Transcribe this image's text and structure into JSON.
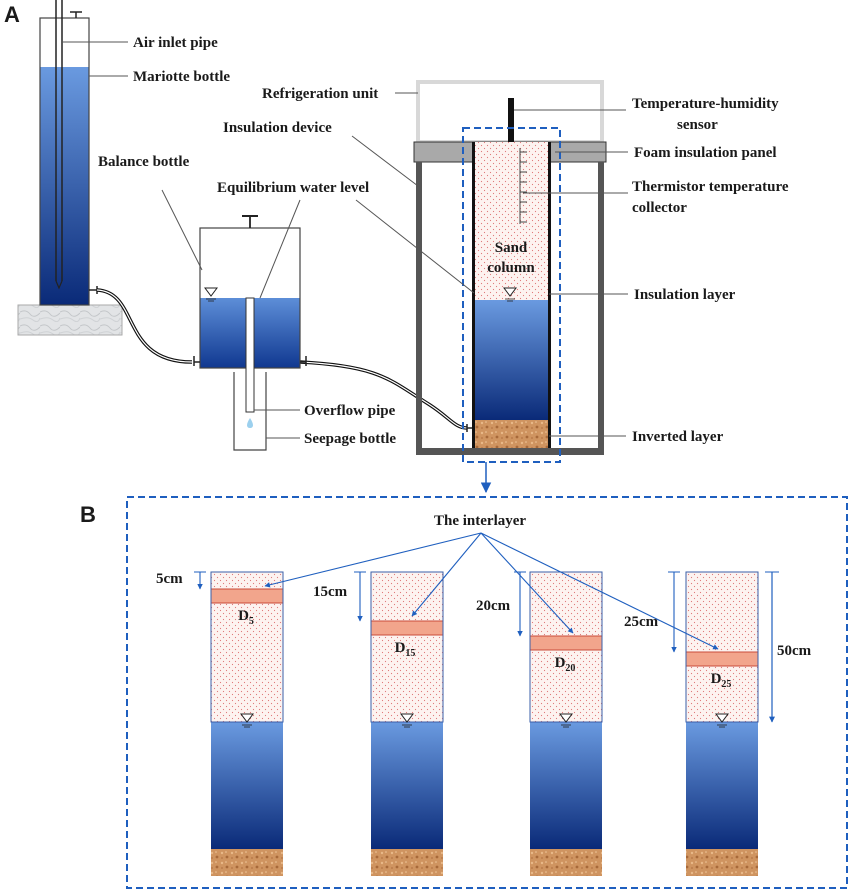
{
  "panels": {
    "a": "A",
    "b": "B"
  },
  "labels": {
    "air_inlet_pipe": "Air inlet pipe",
    "mariotte_bottle": "Mariotte bottle",
    "refrigeration_unit": "Refrigeration unit",
    "temperature_humidity_sensor_1": "Temperature-humidity",
    "temperature_humidity_sensor_2": "sensor",
    "insulation_device": "Insulation device",
    "foam_insulation_panel": "Foam insulation panel",
    "balance_bottle": "Balance bottle",
    "equilibrium_water_level": "Equilibrium water level",
    "thermistor_collector_1": "Thermistor temperature",
    "thermistor_collector_2": "collector",
    "sand_column_1": "Sand",
    "sand_column_2": "column",
    "insulation_layer": "Insulation layer",
    "overflow_pipe": "Overflow pipe",
    "seepage_bottle": "Seepage bottle",
    "inverted_layer": "Inverted layer"
  },
  "panel_b": {
    "interlayer_title": "The interlayer",
    "total_depth": "50cm",
    "columns": [
      {
        "depth": "5cm",
        "name_main": "D",
        "name_sub": "5"
      },
      {
        "depth": "15cm",
        "name_main": "D",
        "name_sub": "15"
      },
      {
        "depth": "20cm",
        "name_main": "D",
        "name_sub": "20"
      },
      {
        "depth": "25cm",
        "name_main": "D",
        "name_sub": "25"
      }
    ]
  },
  "colors": {
    "water_top": "#5b8fd6",
    "water_bottom": "#0b2d7a",
    "sand_dots": "#e07a7a",
    "interlayer": "#f2a58c",
    "gravel": "#c98a55",
    "frame": "#555555",
    "dash_blue": "#1f5fbf"
  }
}
